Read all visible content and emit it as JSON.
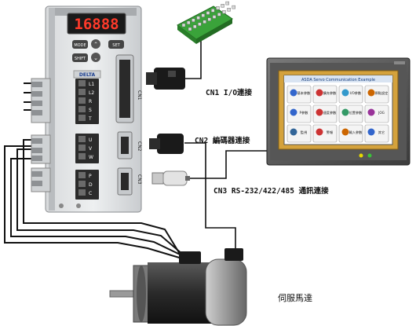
{
  "drive": {
    "display": "16888",
    "buttons": {
      "mode": "MODE",
      "set": "SET",
      "shift": "SHIFT"
    },
    "brand": "DELTA",
    "terminals_top": [
      "L1",
      "L2",
      "R",
      "S",
      "T"
    ],
    "terminals_mid": [
      "U",
      "V",
      "W"
    ],
    "terminals_bot": [
      "P",
      "D",
      "C"
    ],
    "ports": {
      "cn1": "CN1",
      "cn2": "CN2",
      "cn3": "CN3"
    }
  },
  "hmi": {
    "title": "ASDA Servo Communication Example",
    "buttons": [
      {
        "label": "基本參數",
        "color": "#3366cc"
      },
      {
        "label": "擴充參數",
        "color": "#cc3333"
      },
      {
        "label": "I/O參數",
        "color": "#3399cc"
      },
      {
        "label": "原點設定",
        "color": "#cc6600"
      },
      {
        "label": "P參數",
        "color": "#3366cc"
      },
      {
        "label": "速度參數",
        "color": "#cc3333"
      },
      {
        "label": "位置參數",
        "color": "#339966"
      },
      {
        "label": "JOG",
        "color": "#993399"
      },
      {
        "label": "監視",
        "color": "#336699"
      },
      {
        "label": "警報",
        "color": "#cc3333"
      },
      {
        "label": "輸入參數",
        "color": "#cc6600"
      },
      {
        "label": "其它",
        "color": "#3366cc"
      }
    ]
  },
  "labels": {
    "cn1": "CN1 I/O連接",
    "cn2": "CN2 編碼器連接",
    "cn3": "CN3 RS-232/422/485 通訊連接",
    "motor": "伺服馬達"
  }
}
